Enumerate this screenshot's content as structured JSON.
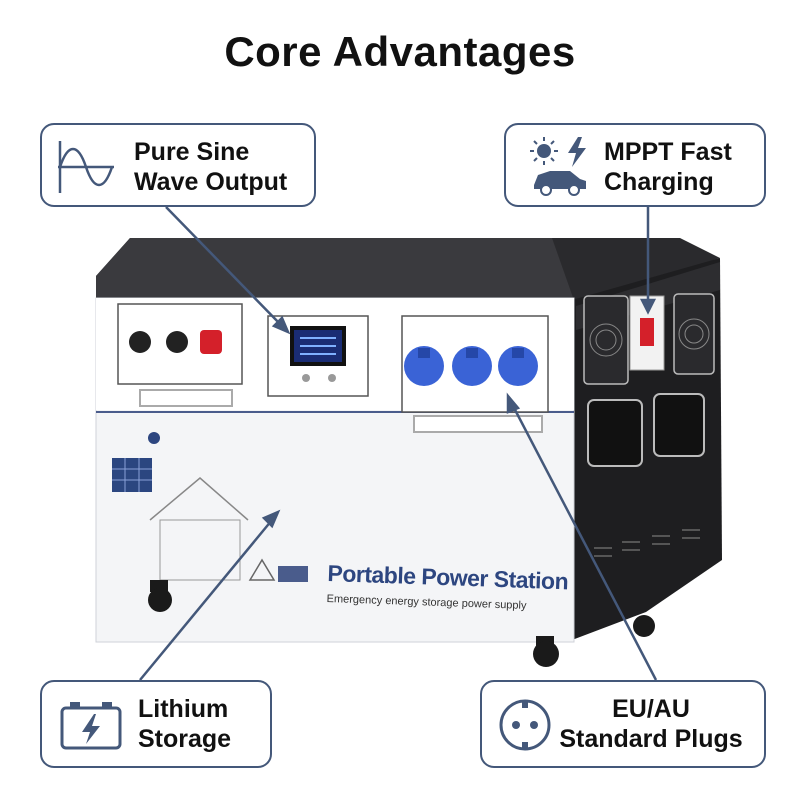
{
  "title": "Core Advantages",
  "callouts": {
    "sine": {
      "line1": "Pure Sine",
      "line2": "Wave Output",
      "icon": "sine-wave-icon"
    },
    "mppt": {
      "line1": "MPPT Fast",
      "line2": "Charging",
      "icon": "sun-bolt-car-icon"
    },
    "lithium": {
      "line1": "Lithium",
      "line2": "Storage",
      "icon": "battery-icon"
    },
    "plugs": {
      "line1": "EU/AU",
      "line2": "Standard Plugs",
      "icon": "socket-icon"
    }
  },
  "product": {
    "name": "Portable Power Station",
    "subtitle": "Emergency energy storage power supply"
  },
  "colors": {
    "accent": "#44587a",
    "socket_blue": "#3a63d6",
    "body_dark": "#1e1e20"
  }
}
